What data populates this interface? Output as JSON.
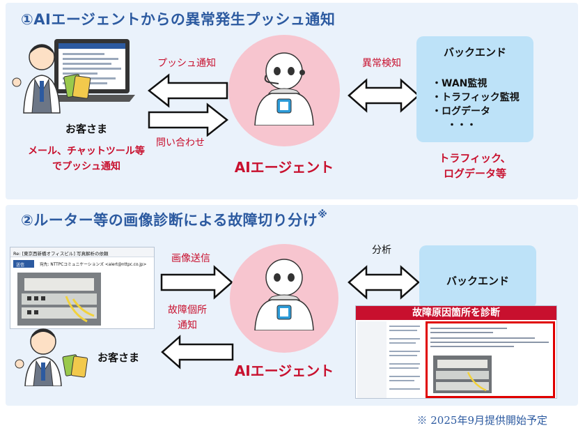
{
  "section1": {
    "title": "①AIエージェントからの異常発生プッシュ通知",
    "customer_label": "お客さま",
    "customer_note_line1": "メール、チャットツール等",
    "customer_note_line2": "でプッシュ通知",
    "push_label": "プッシュ通知",
    "inquiry_label": "問い合わせ",
    "detect_label": "異常検知",
    "agent_label": "AIエージェント",
    "backend": {
      "title": "バックエンド",
      "items": [
        "・WAN監視",
        "・トラフィック監視",
        "・ログデータ",
        "・・・"
      ]
    },
    "backend_note_line1": "トラフィック、",
    "backend_note_line2": "ログデータ等"
  },
  "section2": {
    "title": "②ルーター等の画像診断による故障切り分け",
    "title_mark": "※",
    "image_send_label": "画像送信",
    "fault_notice_line1": "故障個所",
    "fault_notice_line2": "通知",
    "analysis_label": "分析",
    "agent_label": "AIエージェント",
    "customer_label": "お客さま",
    "backend_title": "バックエンド",
    "diagnosis_banner": "故障原因箇所を診断",
    "email_subject": "Re: [東京西新橋オフィスビル] 写真解析の依頼",
    "email_send_button": "送信",
    "email_to": "宛先: NTTPCコミュニケーションズ <alert@nttpc.co.jp>"
  },
  "footnote": "※ 2025年9月提供開始予定",
  "colors": {
    "title_blue": "#2c5aa0",
    "accent_red": "#c8102e",
    "panel_bg": "#eaf2fb",
    "circle_pink": "#f7c5cf",
    "backend_blue": "#bde2f8"
  }
}
